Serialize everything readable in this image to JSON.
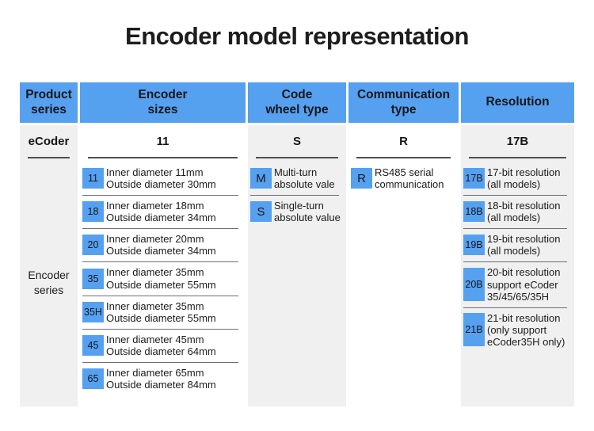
{
  "title": "Encoder model representation",
  "colors": {
    "accent_blue": "#56a0f0",
    "column_gray": "#f0f0f0",
    "text": "#1b1b1b"
  },
  "example_model_code": {
    "product_series": "eCoder",
    "encoder_size": "11",
    "code_wheel_type": "S",
    "communication_type": "R",
    "resolution": "17B"
  },
  "columns": [
    {
      "key": "product-series",
      "header_lines": [
        "Product",
        "series"
      ],
      "code": "eCoder",
      "note_lines": [
        "Encoder",
        "series"
      ],
      "items": []
    },
    {
      "key": "encoder-sizes",
      "header_lines": [
        "Encoder",
        "sizes"
      ],
      "code": "11",
      "items": [
        {
          "badge": "11",
          "lines": [
            "Inner diameter 11mm",
            "Outside diameter 30mm"
          ]
        },
        {
          "badge": "18",
          "lines": [
            "Inner diameter 18mm",
            "Outside diameter 34mm"
          ]
        },
        {
          "badge": "20",
          "lines": [
            "Inner diameter 20mm",
            "Outside diameter 34mm"
          ]
        },
        {
          "badge": "35",
          "lines": [
            "Inner diameter 35mm",
            "Outside diameter 55mm"
          ]
        },
        {
          "badge": "35H",
          "lines": [
            "Inner diameter 35mm",
            "Outside diameter 55mm"
          ]
        },
        {
          "badge": "45",
          "lines": [
            "Inner diameter 45mm",
            "Outside diameter 64mm"
          ]
        },
        {
          "badge": "65",
          "lines": [
            "Inner diameter 65mm",
            "Outside diameter 84mm"
          ]
        }
      ]
    },
    {
      "key": "code-wheel-type",
      "header_lines": [
        "Code",
        "wheel type"
      ],
      "code": "S",
      "items": [
        {
          "badge": "M",
          "lines": [
            "Multi-turn",
            "absolute vale"
          ]
        },
        {
          "badge": "S",
          "lines": [
            "Single-turn",
            "absolute value"
          ]
        }
      ]
    },
    {
      "key": "communication-type",
      "header_lines": [
        "Communication",
        "type"
      ],
      "code": "R",
      "items": [
        {
          "badge": "R",
          "lines": [
            "RS485 serial",
            "communication"
          ]
        }
      ]
    },
    {
      "key": "resolution",
      "header_lines": [
        "Resolution"
      ],
      "code": "17B",
      "items": [
        {
          "badge": "17B",
          "lines": [
            "17-bit resolution",
            "(all models)"
          ]
        },
        {
          "badge": "18B",
          "lines": [
            "18-bit resolution",
            "(all models)"
          ]
        },
        {
          "badge": "19B",
          "lines": [
            "19-bit resolution",
            "(all models)"
          ]
        },
        {
          "badge": "20B",
          "lines": [
            "20-bit resolution",
            "support eCoder",
            "35/45/65/35H"
          ]
        },
        {
          "badge": "21B",
          "lines": [
            "21-bit resolution",
            "(only support",
            "eCoder35H only)"
          ]
        }
      ]
    }
  ]
}
